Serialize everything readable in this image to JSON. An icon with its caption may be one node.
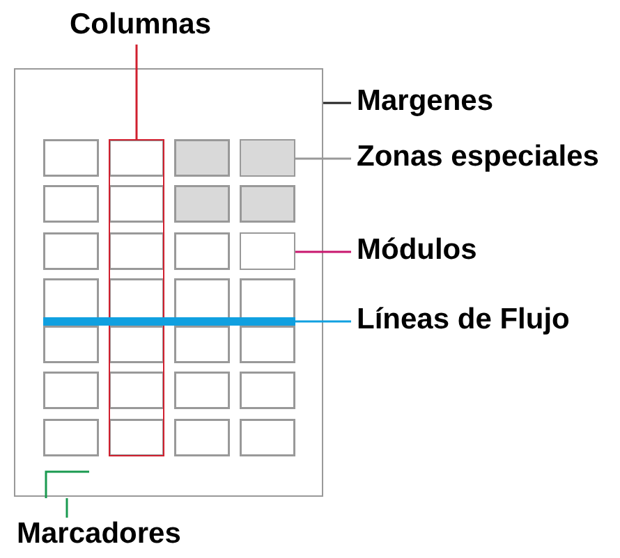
{
  "diagram": {
    "nodes": [
      {
        "text": [
          "Columnas"
        ]
      },
      {
        "text": [],
        "shape": "box"
      },
      {
        "text": [],
        "shape": "box",
        "in": 1
      },
      {
        "text": [],
        "shape": "box",
        "in": 1
      },
      {
        "text": [],
        "shape": "box",
        "in": 1
      },
      {
        "text": [],
        "shape": "bar",
        "in": 1
      },
      {
        "text": [],
        "shape": "corner",
        "in": 1
      },
      {
        "text": [
          "Margenes"
        ]
      },
      {
        "text": [
          "Zonas especiales"
        ]
      },
      {
        "text": [
          "Módulos"
        ]
      },
      {
        "text": [
          "Líneas de Flujo"
        ]
      },
      {
        "text": [
          "Marcadores"
        ]
      }
    ],
    "edges": [
      {
        "from": 0,
        "to": 2,
        "arrow": "none",
        "color": "#d0202f"
      },
      {
        "from": 7,
        "to": 1,
        "arrow": "none",
        "color": "#222222"
      },
      {
        "from": 8,
        "to": 3,
        "arrow": "none",
        "color": "#999999"
      },
      {
        "from": 9,
        "to": 4,
        "arrow": "none",
        "color": "#c8176e"
      },
      {
        "from": 10,
        "to": 5,
        "arrow": "none",
        "color": "#10a0e0"
      },
      {
        "from": 11,
        "to": 6,
        "arrow": "none",
        "color": "#1a9a50"
      }
    ]
  }
}
